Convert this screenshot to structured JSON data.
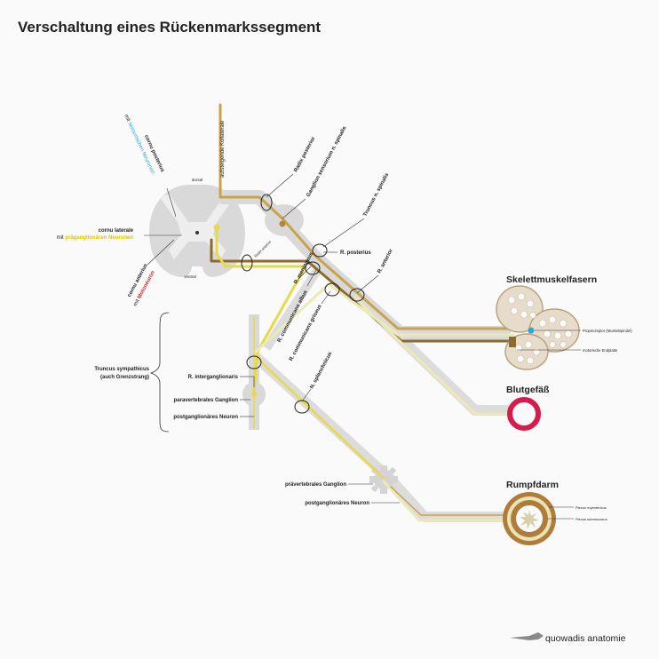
{
  "title": "Verschaltung eines Rückenmarkssegment",
  "spinal": {
    "dorsal": "dorsal",
    "ventral": "ventral",
    "cornu_posterius": "cornu posterius",
    "mit_post": "mit",
    "sensorische": "sensorischen Neuronen",
    "cornu_laterale": "cornu laterale",
    "mit_lat": "mit",
    "praeganglionaer": "präganglionären Neuronen",
    "cornu_anterius": "cornu anterius",
    "mit_ant": "mit",
    "motoneuron": "Motoneuron",
    "kollaterale": "aufsteigende Kollaterale",
    "radix_anterior": "Radix anterior"
  },
  "nerve": {
    "radix_posterior": "Radix posterior",
    "ganglion_sensorium": "Ganglion sensorium n. spinalis",
    "truncus_spinalis": "Truncus n. spinalis",
    "r_posterius": "R. posterius",
    "r_anterior": "R. anterior",
    "r_meningeus": "R. meningeus",
    "r_comm_albus": "R. communicans albus",
    "r_comm_griseus": "R. communicans griseus",
    "n_splanchnicus": "N. splanchnicus"
  },
  "truncus": {
    "label_line1": "Truncus sympathicus",
    "label_line2": "(auch Grenzstrang)",
    "r_interganglionaris": "R. interganglionaris",
    "paravertebrales": "paravertebrales Ganglion",
    "postganglionaer": "postganglionäres Neuron"
  },
  "targets": {
    "skelett": "Skelettmuskelfasern",
    "propriozeptor": "Propriozeptor (Muskelspindel)",
    "endplatte": "motorische Endplatte",
    "blutgefaess": "Blutgefäß",
    "rumpfdarm": "Rumpfdarm",
    "plexus_myentericus": "Plexus myentericus",
    "plexus_submucosus": "Plexus submucosus"
  },
  "prevertebral": {
    "ganglion": "prävertebrales Ganglion",
    "postganglionaer": "postganglionäres Neuron"
  },
  "brand": "quowadis anatomie",
  "colors": {
    "sensory": "#c9a24a",
    "preganglionic": "#e8d94a",
    "motor": "#8a6a2e",
    "postganglionic": "#ece9b8",
    "highlight_blue": "#2aa9d6",
    "highlight_yellow": "#e0c400",
    "highlight_red": "#d8232a",
    "vessel": "#d81b4c",
    "gut": "#b07c3c",
    "grey": "#d2d2d2"
  }
}
